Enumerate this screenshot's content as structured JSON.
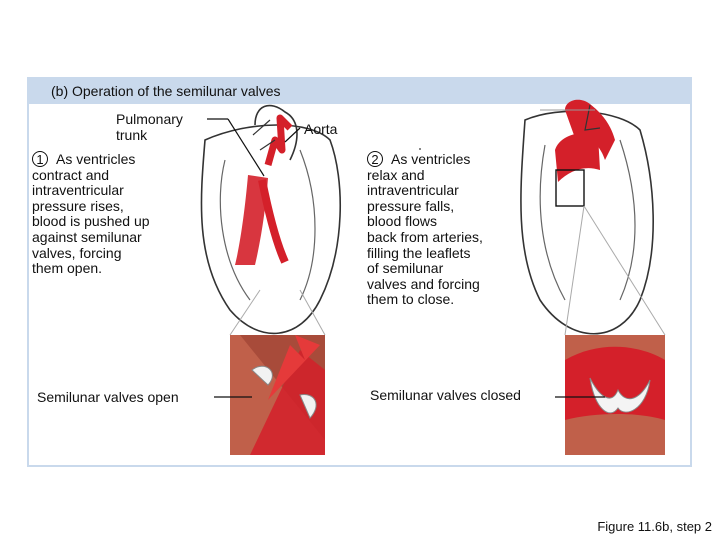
{
  "panel": {
    "title": "(b) Operation of the semilunar valves"
  },
  "labels": {
    "pulmonary_trunk": [
      "Pulmonary",
      "trunk"
    ],
    "aorta": "Aorta",
    "valves_open": "Semilunar valves open",
    "valves_closed": "Semilunar valves closed"
  },
  "steps": [
    {
      "number": "1",
      "lines": [
        "As ventricles",
        "contract and",
        "intraventricular",
        "pressure rises,",
        "blood is pushed up",
        "against semilunar",
        "valves, forcing",
        "them open."
      ]
    },
    {
      "number": "2",
      "lines": [
        "As ventricles",
        "relax and",
        "intraventricular",
        "pressure falls,",
        "blood flows",
        "back from arteries,",
        "filling the leaflets",
        "of semilunar",
        "valves and forcing",
        "them to close."
      ]
    }
  ],
  "figure_caption": "Figure 11.6b, step 2",
  "colors": {
    "header_band": "#c9d9ec",
    "blood_red": "#d4202a",
    "tissue": "#c0604a"
  }
}
